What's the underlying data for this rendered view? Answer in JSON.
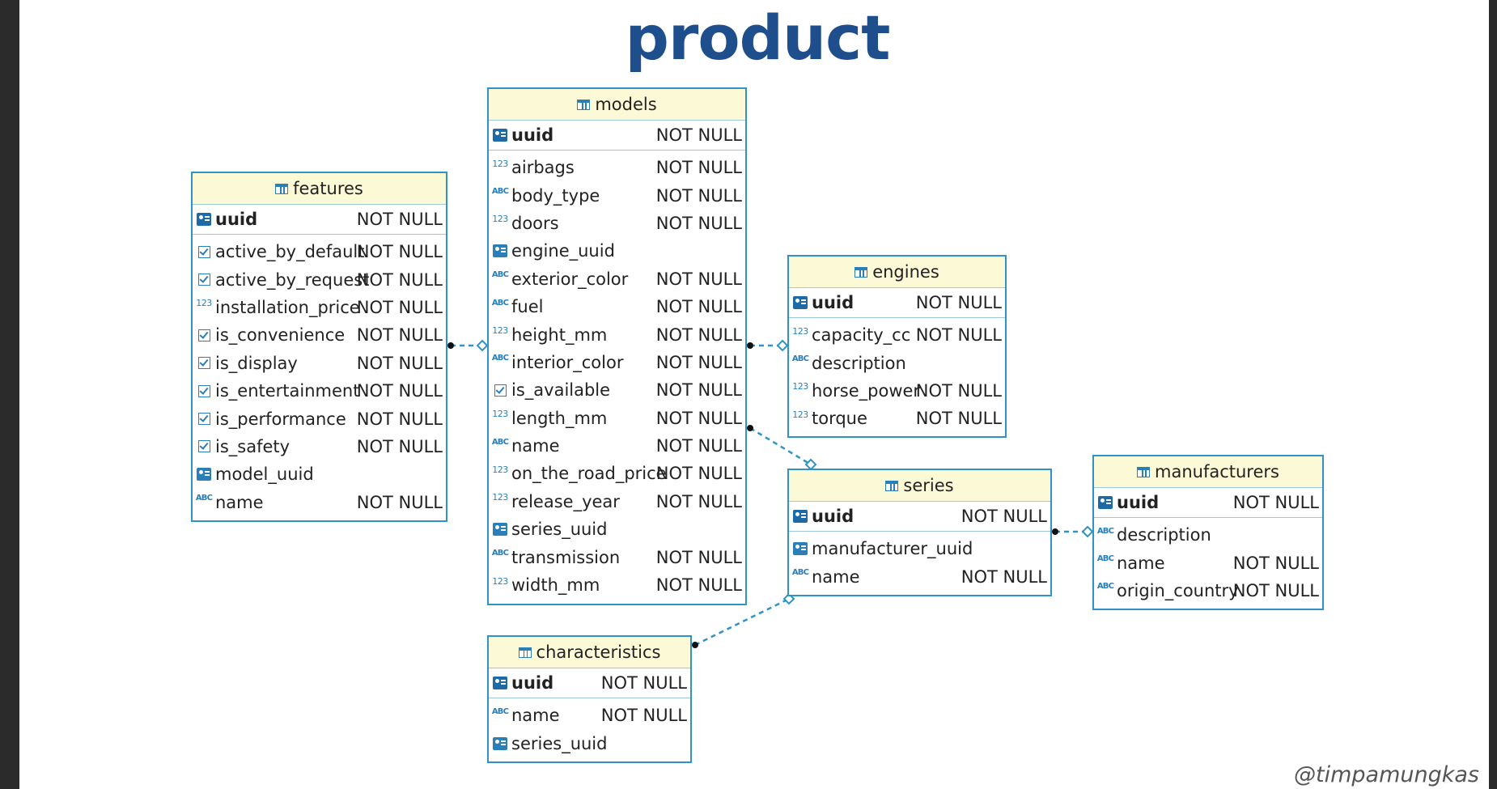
{
  "title": "product",
  "watermark": "@timpamungkas",
  "tables": {
    "features": {
      "name": "features",
      "pk": {
        "name": "uuid",
        "constraint": "NOT NULL",
        "icon": "key-icon"
      },
      "columns": [
        {
          "name": "active_by_default",
          "constraint": "NOT NULL",
          "icon": "checkbox-icon"
        },
        {
          "name": "active_by_request",
          "constraint": "NOT NULL",
          "icon": "checkbox-icon"
        },
        {
          "name": "installation_price",
          "constraint": "NOT NULL",
          "icon": "numeric-icon"
        },
        {
          "name": "is_convenience",
          "constraint": "NOT NULL",
          "icon": "checkbox-icon"
        },
        {
          "name": "is_display",
          "constraint": "NOT NULL",
          "icon": "checkbox-icon"
        },
        {
          "name": "is_entertainment",
          "constraint": "NOT NULL",
          "icon": "checkbox-icon"
        },
        {
          "name": "is_performance",
          "constraint": "NOT NULL",
          "icon": "checkbox-icon"
        },
        {
          "name": "is_safety",
          "constraint": "NOT NULL",
          "icon": "checkbox-icon"
        },
        {
          "name": "model_uuid",
          "constraint": "",
          "icon": "key-icon"
        },
        {
          "name": "name",
          "constraint": "NOT NULL",
          "icon": "text-icon"
        }
      ]
    },
    "models": {
      "name": "models",
      "pk": {
        "name": "uuid",
        "constraint": "NOT NULL",
        "icon": "key-icon"
      },
      "columns": [
        {
          "name": "airbags",
          "constraint": "NOT NULL",
          "icon": "numeric-icon"
        },
        {
          "name": "body_type",
          "constraint": "NOT NULL",
          "icon": "text-icon"
        },
        {
          "name": "doors",
          "constraint": "NOT NULL",
          "icon": "numeric-icon"
        },
        {
          "name": "engine_uuid",
          "constraint": "",
          "icon": "key-icon"
        },
        {
          "name": "exterior_color",
          "constraint": "NOT NULL",
          "icon": "text-icon"
        },
        {
          "name": "fuel",
          "constraint": "NOT NULL",
          "icon": "text-icon"
        },
        {
          "name": "height_mm",
          "constraint": "NOT NULL",
          "icon": "numeric-icon"
        },
        {
          "name": "interior_color",
          "constraint": "NOT NULL",
          "icon": "text-icon"
        },
        {
          "name": "is_available",
          "constraint": "NOT NULL",
          "icon": "checkbox-icon"
        },
        {
          "name": "length_mm",
          "constraint": "NOT NULL",
          "icon": "numeric-icon"
        },
        {
          "name": "name",
          "constraint": "NOT NULL",
          "icon": "text-icon"
        },
        {
          "name": "on_the_road_price",
          "constraint": "NOT NULL",
          "icon": "numeric-icon"
        },
        {
          "name": "release_year",
          "constraint": "NOT NULL",
          "icon": "numeric-icon"
        },
        {
          "name": "series_uuid",
          "constraint": "",
          "icon": "key-icon"
        },
        {
          "name": "transmission",
          "constraint": "NOT NULL",
          "icon": "text-icon"
        },
        {
          "name": "width_mm",
          "constraint": "NOT NULL",
          "icon": "numeric-icon"
        }
      ]
    },
    "engines": {
      "name": "engines",
      "pk": {
        "name": "uuid",
        "constraint": "NOT NULL",
        "icon": "key-icon"
      },
      "columns": [
        {
          "name": "capacity_cc",
          "constraint": "NOT NULL",
          "icon": "numeric-icon"
        },
        {
          "name": "description",
          "constraint": "",
          "icon": "text-icon"
        },
        {
          "name": "horse_power",
          "constraint": "NOT NULL",
          "icon": "numeric-icon"
        },
        {
          "name": "torque",
          "constraint": "NOT NULL",
          "icon": "numeric-icon"
        }
      ]
    },
    "series": {
      "name": "series",
      "pk": {
        "name": "uuid",
        "constraint": "NOT NULL",
        "icon": "key-icon"
      },
      "columns": [
        {
          "name": "manufacturer_uuid",
          "constraint": "",
          "icon": "key-icon"
        },
        {
          "name": "name",
          "constraint": "NOT NULL",
          "icon": "text-icon"
        }
      ]
    },
    "manufacturers": {
      "name": "manufacturers",
      "pk": {
        "name": "uuid",
        "constraint": "NOT NULL",
        "icon": "key-icon"
      },
      "columns": [
        {
          "name": "description",
          "constraint": "",
          "icon": "text-icon"
        },
        {
          "name": "name",
          "constraint": "NOT NULL",
          "icon": "text-icon"
        },
        {
          "name": "origin_country",
          "constraint": "NOT NULL",
          "icon": "text-icon"
        }
      ]
    },
    "characteristics": {
      "name": "characteristics",
      "pk": {
        "name": "uuid",
        "constraint": "NOT NULL",
        "icon": "key-icon"
      },
      "columns": [
        {
          "name": "name",
          "constraint": "NOT NULL",
          "icon": "text-icon"
        },
        {
          "name": "series_uuid",
          "constraint": "",
          "icon": "key-icon"
        }
      ]
    }
  },
  "relations": [
    {
      "from": "features",
      "to": "models"
    },
    {
      "from": "models",
      "to": "engines"
    },
    {
      "from": "models",
      "to": "series"
    },
    {
      "from": "characteristics",
      "to": "series"
    },
    {
      "from": "series",
      "to": "manufacturers"
    }
  ],
  "colors": {
    "border": "#2f93c9",
    "header_bg": "#fbf9d6",
    "title": "#1f4e8c",
    "icon": "#2a7fb8"
  }
}
